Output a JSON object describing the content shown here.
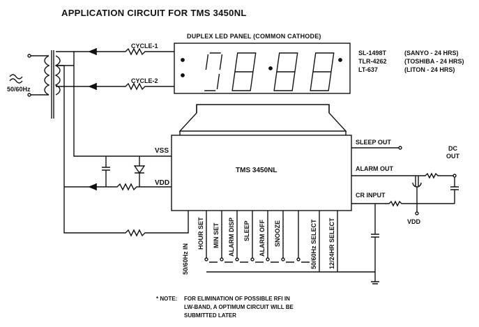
{
  "title": "APPLICATION CIRCUIT FOR TMS 3450NL",
  "panel_label": "DUPLEX LED PANEL (COMMON CATHODE)",
  "cycle1": "CYCLE-1",
  "cycle2": "CYCLE-2",
  "supply": "50/60Hz",
  "chip_name": "TMS 3450NL",
  "vss": "VSS",
  "vdd": "VDD",
  "vdd_right": "VDD",
  "sleep_out": "SLEEP OUT",
  "alarm_out": "ALARM OUT",
  "cr_input": "CR INPUT",
  "dc_out": "DC\nOUT",
  "parts": [
    {
      "part": "SL-1498T",
      "maker": "(SANYO - 24 HRS)"
    },
    {
      "part": "TLR-4262",
      "maker": "(TOSHIBA - 24 HRS)"
    },
    {
      "part": "LT-637",
      "maker": "(LITON - 24 HRS)"
    }
  ],
  "pins": [
    "50/60Hz IN",
    "HOUR SET",
    "MIN SET",
    "ALARM DISP",
    "SLEEP",
    "ALARM OFF",
    "SNOOZE",
    "50/60Hz SELECT",
    "12/24HR SELECT"
  ],
  "note_marker": "* NOTE:",
  "note_lines": [
    "FOR ELIMINATION OF POSSIBLE RFI IN",
    "LW-BAND, A OPTIMUM CIRCUIT WILL BE",
    "SUBMITTED LATER"
  ]
}
